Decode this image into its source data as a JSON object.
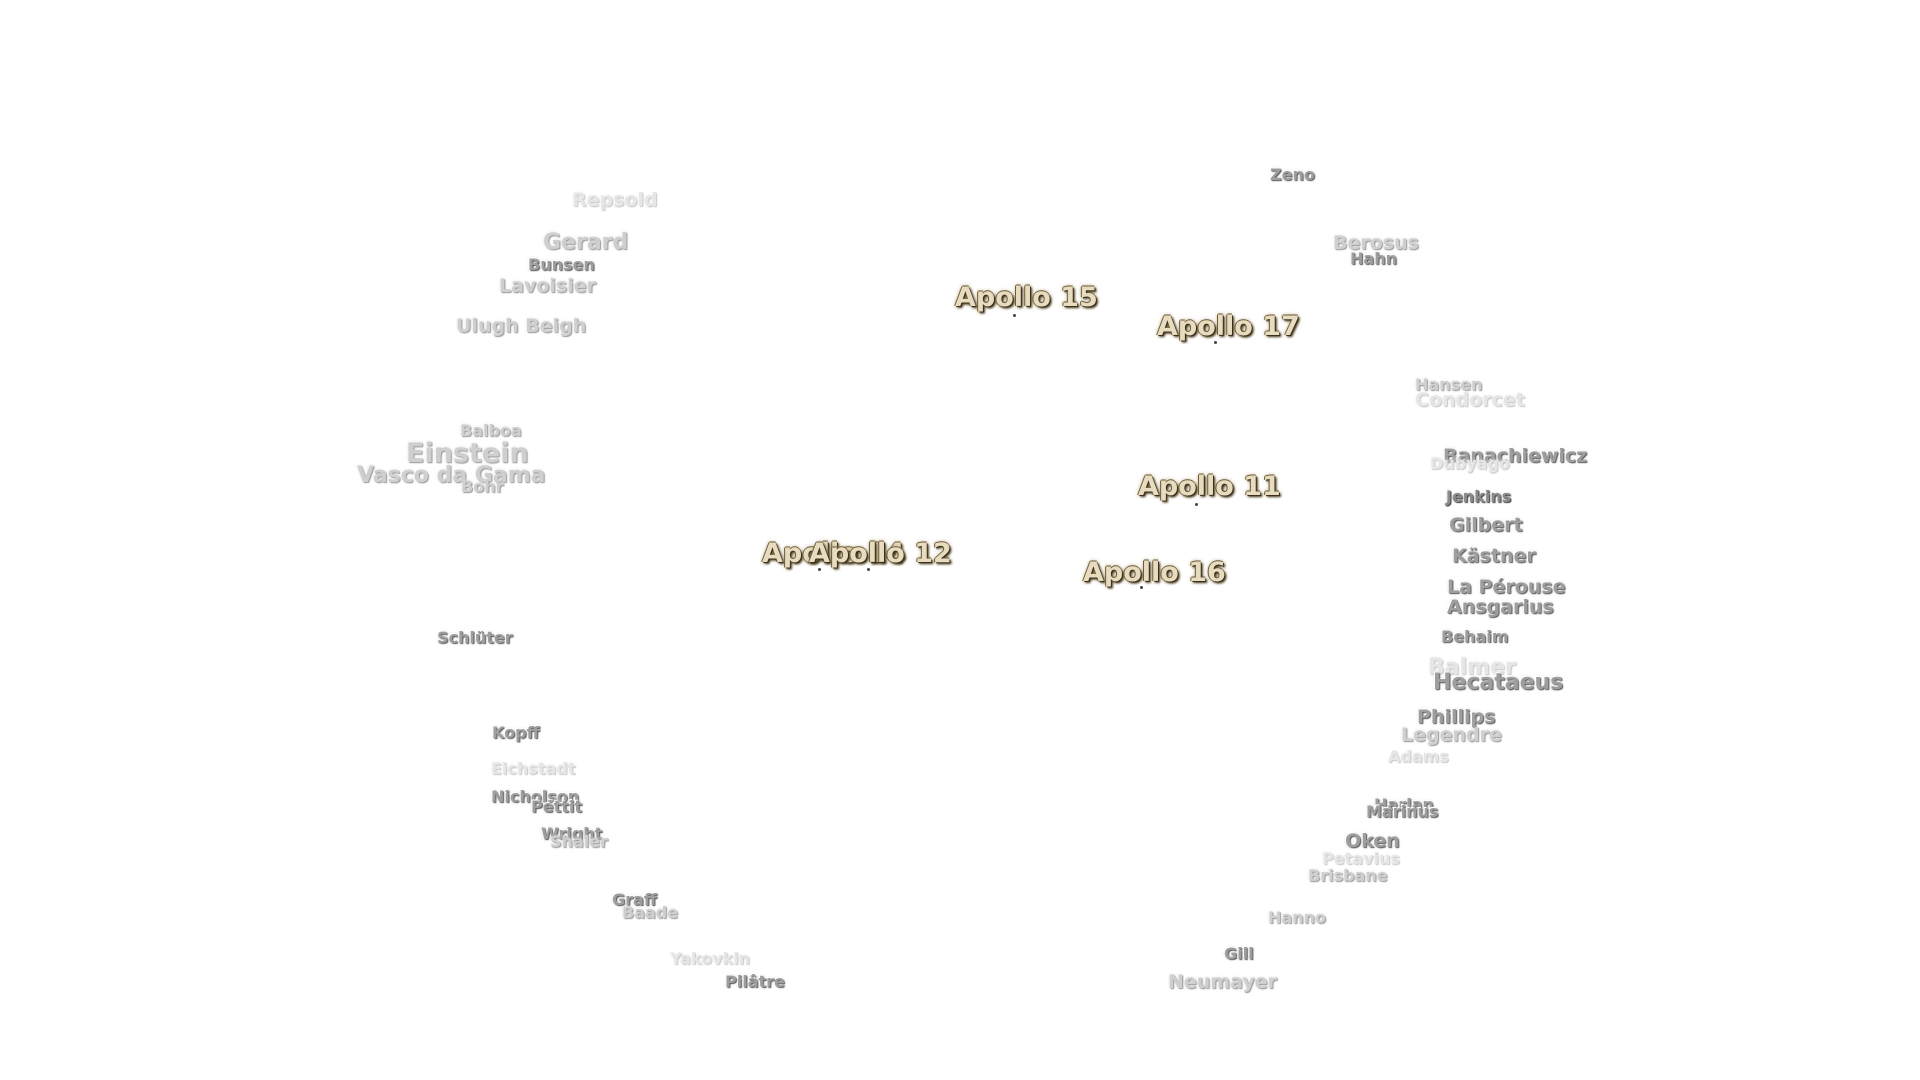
{
  "map": {
    "landing_sites": [
      {
        "label": "Apollo 15"
      },
      {
        "label": "Apollo 17"
      },
      {
        "label": "Apollo 11"
      },
      {
        "label": "Apollo 14"
      },
      {
        "label": "Apollo 12"
      },
      {
        "label": "Apollo 16"
      }
    ],
    "craters": [
      {
        "label": "Zeno"
      },
      {
        "label": "Berosus"
      },
      {
        "label": "Hahn"
      },
      {
        "label": "Repsold"
      },
      {
        "label": "Gerard"
      },
      {
        "label": "Bunsen"
      },
      {
        "label": "Lavoisier"
      },
      {
        "label": "Ulugh Beigh"
      },
      {
        "label": "Hansen"
      },
      {
        "label": "Condorcet"
      },
      {
        "label": "Balboa"
      },
      {
        "label": "Einstein"
      },
      {
        "label": "Vasco da Gama"
      },
      {
        "label": "Bohr"
      },
      {
        "label": "Banachiewicz"
      },
      {
        "label": "Dubyago"
      },
      {
        "label": "Jenkins"
      },
      {
        "label": "Gilbert"
      },
      {
        "label": "Kästner"
      },
      {
        "label": "La Pérouse"
      },
      {
        "label": "Ansgarius"
      },
      {
        "label": "Behaim"
      },
      {
        "label": "Balmer"
      },
      {
        "label": "Hecataeus"
      },
      {
        "label": "Schlüter"
      },
      {
        "label": "Phillips"
      },
      {
        "label": "Legendre"
      },
      {
        "label": "Adams"
      },
      {
        "label": "Kopff"
      },
      {
        "label": "Eichstadt"
      },
      {
        "label": "Nicholson"
      },
      {
        "label": "Pettit"
      },
      {
        "label": "Wright"
      },
      {
        "label": "Shaler"
      },
      {
        "label": "Harlan"
      },
      {
        "label": "Marinus"
      },
      {
        "label": "Oken"
      },
      {
        "label": "Petavius"
      },
      {
        "label": "Brisbane"
      },
      {
        "label": "Graff"
      },
      {
        "label": "Baade"
      },
      {
        "label": "Hanno"
      },
      {
        "label": "Yakovkin"
      },
      {
        "label": "Gill"
      },
      {
        "label": "Pilâtre"
      },
      {
        "label": "Neumayer"
      }
    ]
  }
}
